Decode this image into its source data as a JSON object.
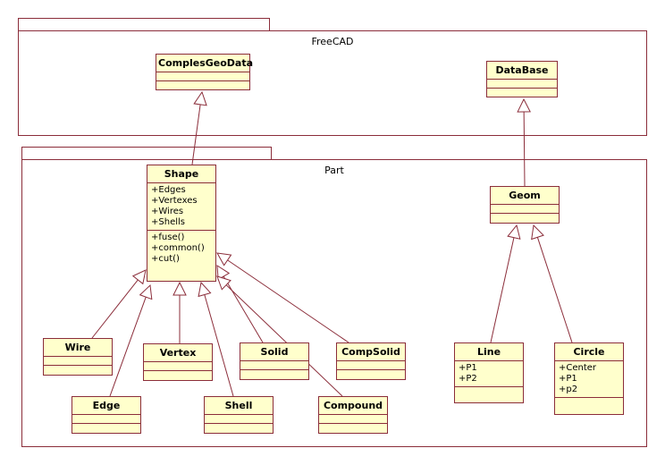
{
  "packages": {
    "freecad": {
      "name": "FreeCAD"
    },
    "part": {
      "name": "Part"
    }
  },
  "classes": {
    "complesgeodata": {
      "name": "ComplesGeoData",
      "attributes": [],
      "operations": []
    },
    "database": {
      "name": "DataBase",
      "attributes": [],
      "operations": []
    },
    "shape": {
      "name": "Shape",
      "attributes": [
        "+Edges",
        "+Vertexes",
        "+Wires",
        "+Shells"
      ],
      "operations": [
        "+fuse()",
        "+common()",
        "+cut()"
      ]
    },
    "geom": {
      "name": "Geom",
      "attributes": [],
      "operations": []
    },
    "wire": {
      "name": "Wire",
      "attributes": [],
      "operations": []
    },
    "vertex": {
      "name": "Vertex",
      "attributes": [],
      "operations": []
    },
    "solid": {
      "name": "Solid",
      "attributes": [],
      "operations": []
    },
    "compsolid": {
      "name": "CompSolid",
      "attributes": [],
      "operations": []
    },
    "edge": {
      "name": "Edge",
      "attributes": [],
      "operations": []
    },
    "shell": {
      "name": "Shell",
      "attributes": [],
      "operations": []
    },
    "compound": {
      "name": "Compound",
      "attributes": [],
      "operations": []
    },
    "line": {
      "name": "Line",
      "attributes": [
        "+P1",
        "+P2"
      ],
      "operations": []
    },
    "circle": {
      "name": "Circle",
      "attributes": [
        "+Center",
        "+P1",
        "+p2"
      ],
      "operations": []
    }
  },
  "colors": {
    "line": "#8b2d3a",
    "fill": "#ffffcc"
  }
}
